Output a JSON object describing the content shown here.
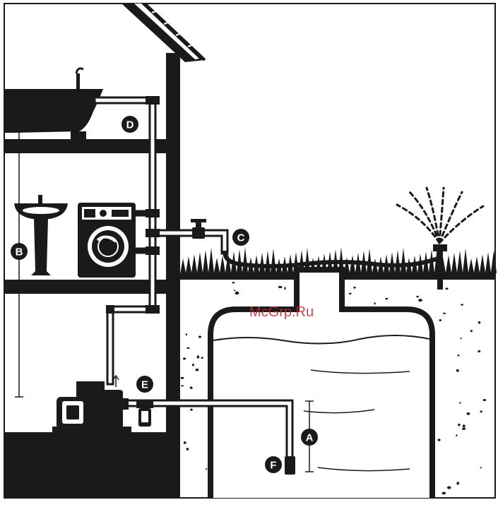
{
  "callouts": {
    "a": "A",
    "b": "B",
    "c": "C",
    "d": "D",
    "e": "E",
    "f": "F"
  },
  "watermark": "McGrp.Ru",
  "colors": {
    "ink": "#1a1a1a",
    "paper": "#ffffff",
    "watermark": "#c0272d"
  }
}
